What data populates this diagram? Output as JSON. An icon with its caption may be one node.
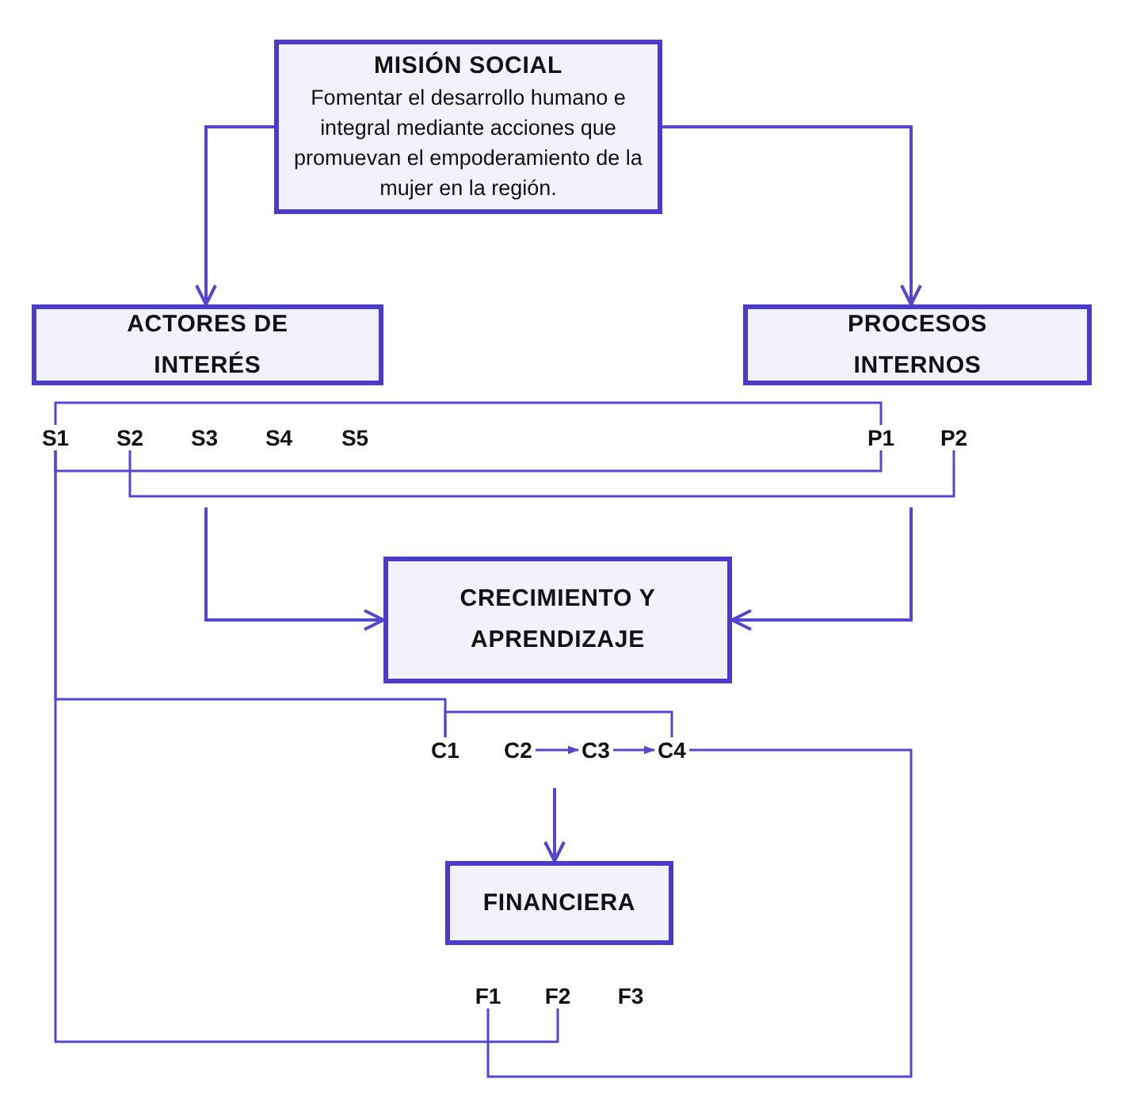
{
  "diagram": {
    "nodes": [
      {
        "text": [
          "MISIÓN SOCIAL",
          "Fomentar el desarrollo humano e integral mediante acciones que promuevan el empoderamiento de la mujer en la región."
        ]
      },
      {
        "text": [
          "ACTORES DE INTERÉS"
        ]
      },
      {
        "text": [
          "PROCESOS INTERNOS"
        ]
      },
      {
        "text": [
          "S1"
        ]
      },
      {
        "text": [
          "S2"
        ]
      },
      {
        "text": [
          "S3"
        ]
      },
      {
        "text": [
          "S4"
        ]
      },
      {
        "text": [
          "S5"
        ]
      },
      {
        "text": [
          "P1"
        ]
      },
      {
        "text": [
          "P2"
        ]
      },
      {
        "text": [
          "CRECIMIENTO Y APRENDIZAJE"
        ]
      },
      {
        "text": [
          "C1"
        ]
      },
      {
        "text": [
          "C2"
        ]
      },
      {
        "text": [
          "C3"
        ]
      },
      {
        "text": [
          "C4"
        ]
      },
      {
        "text": [
          "FINANCIERA"
        ]
      },
      {
        "text": [
          "F1"
        ]
      },
      {
        "text": [
          "F2"
        ]
      },
      {
        "text": [
          "F3"
        ]
      }
    ],
    "edges": [
      {
        "from": 0,
        "to": 1,
        "arrow": "to"
      },
      {
        "from": 0,
        "to": 2,
        "arrow": "to"
      },
      {
        "from": 3,
        "to": 8,
        "arrow": "none"
      },
      {
        "from": 3,
        "to": 8,
        "arrow": "none"
      },
      {
        "from": 4,
        "to": 9,
        "arrow": "none"
      },
      {
        "from": null,
        "to": 10,
        "arrow": "to"
      },
      {
        "from": null,
        "to": 10,
        "arrow": "to"
      },
      {
        "from": 3,
        "to": 11,
        "arrow": "none"
      },
      {
        "from": 11,
        "to": 14,
        "arrow": "none"
      },
      {
        "from": 12,
        "to": 13,
        "arrow": "to"
      },
      {
        "from": 13,
        "to": 14,
        "arrow": "to"
      },
      {
        "from": null,
        "to": 15,
        "arrow": "to"
      },
      {
        "from": 3,
        "to": 17,
        "arrow": "none"
      },
      {
        "from": 14,
        "to": 16,
        "arrow": "none"
      }
    ]
  }
}
